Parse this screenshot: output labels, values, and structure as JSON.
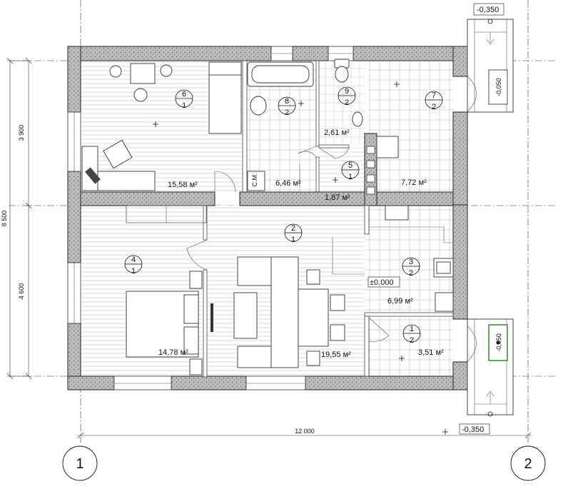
{
  "plan": {
    "overall_width_dim": "12 000",
    "overall_height_dim": "8 500",
    "upper_dim": "3 900",
    "lower_dim": "4 600",
    "axes": [
      "1",
      "2"
    ],
    "level_top_right": "-0,350",
    "level_bottom_right": "-0,350",
    "level_entry_top": "-0,050",
    "level_entry_bottom": "-0,050",
    "level_floor": "±0,000",
    "wm_label": "С.М."
  },
  "rooms": [
    {
      "id": "r6",
      "top": "6",
      "bottom": "1",
      "area": "15,58 м²"
    },
    {
      "id": "r8",
      "top": "8",
      "bottom": "2",
      "area": "6,46 м²"
    },
    {
      "id": "r9",
      "top": "9",
      "bottom": "2",
      "area": "2,61 м²"
    },
    {
      "id": "r7",
      "top": "7",
      "bottom": "2",
      "area": "7,72 м²"
    },
    {
      "id": "r5",
      "top": "5",
      "bottom": "1",
      "area": "1,87 м²"
    },
    {
      "id": "r2",
      "top": "2",
      "bottom": "1",
      "area": "19,55 м²"
    },
    {
      "id": "r4",
      "top": "4",
      "bottom": "1",
      "area": "14,78 м²"
    },
    {
      "id": "r3",
      "top": "3",
      "bottom": "2",
      "area": "6,99 м²"
    },
    {
      "id": "r1",
      "top": "1",
      "bottom": "2",
      "area": "3,51 м²"
    }
  ]
}
